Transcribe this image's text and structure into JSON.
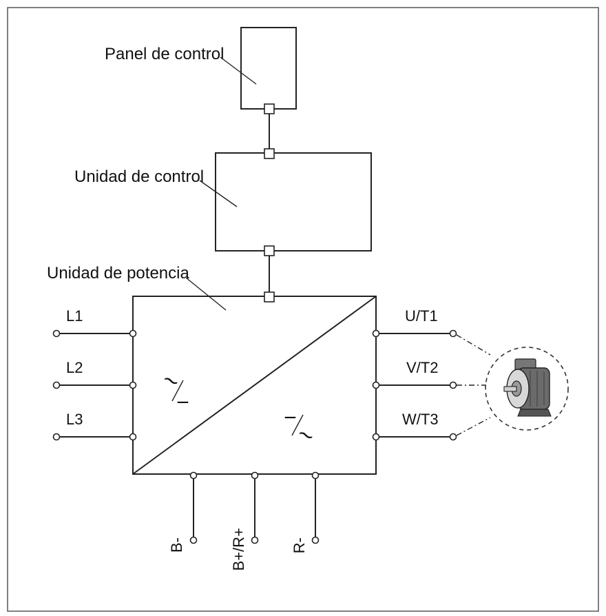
{
  "labels": {
    "control_panel": "Panel de control",
    "control_unit": "Unidad de control",
    "power_unit": "Unidad de potencia"
  },
  "inputs": [
    "L1",
    "L2",
    "L3"
  ],
  "outputs": [
    "U/T1",
    "V/T2",
    "W/T3"
  ],
  "dc_terminals": [
    "B-",
    "B+/R+",
    "R-"
  ],
  "symbols": {
    "rectifier": "~",
    "rectifier_dc": "_",
    "inverter_dc": "_",
    "inverter": "~"
  },
  "icons": {
    "motor": "motor-icon"
  }
}
